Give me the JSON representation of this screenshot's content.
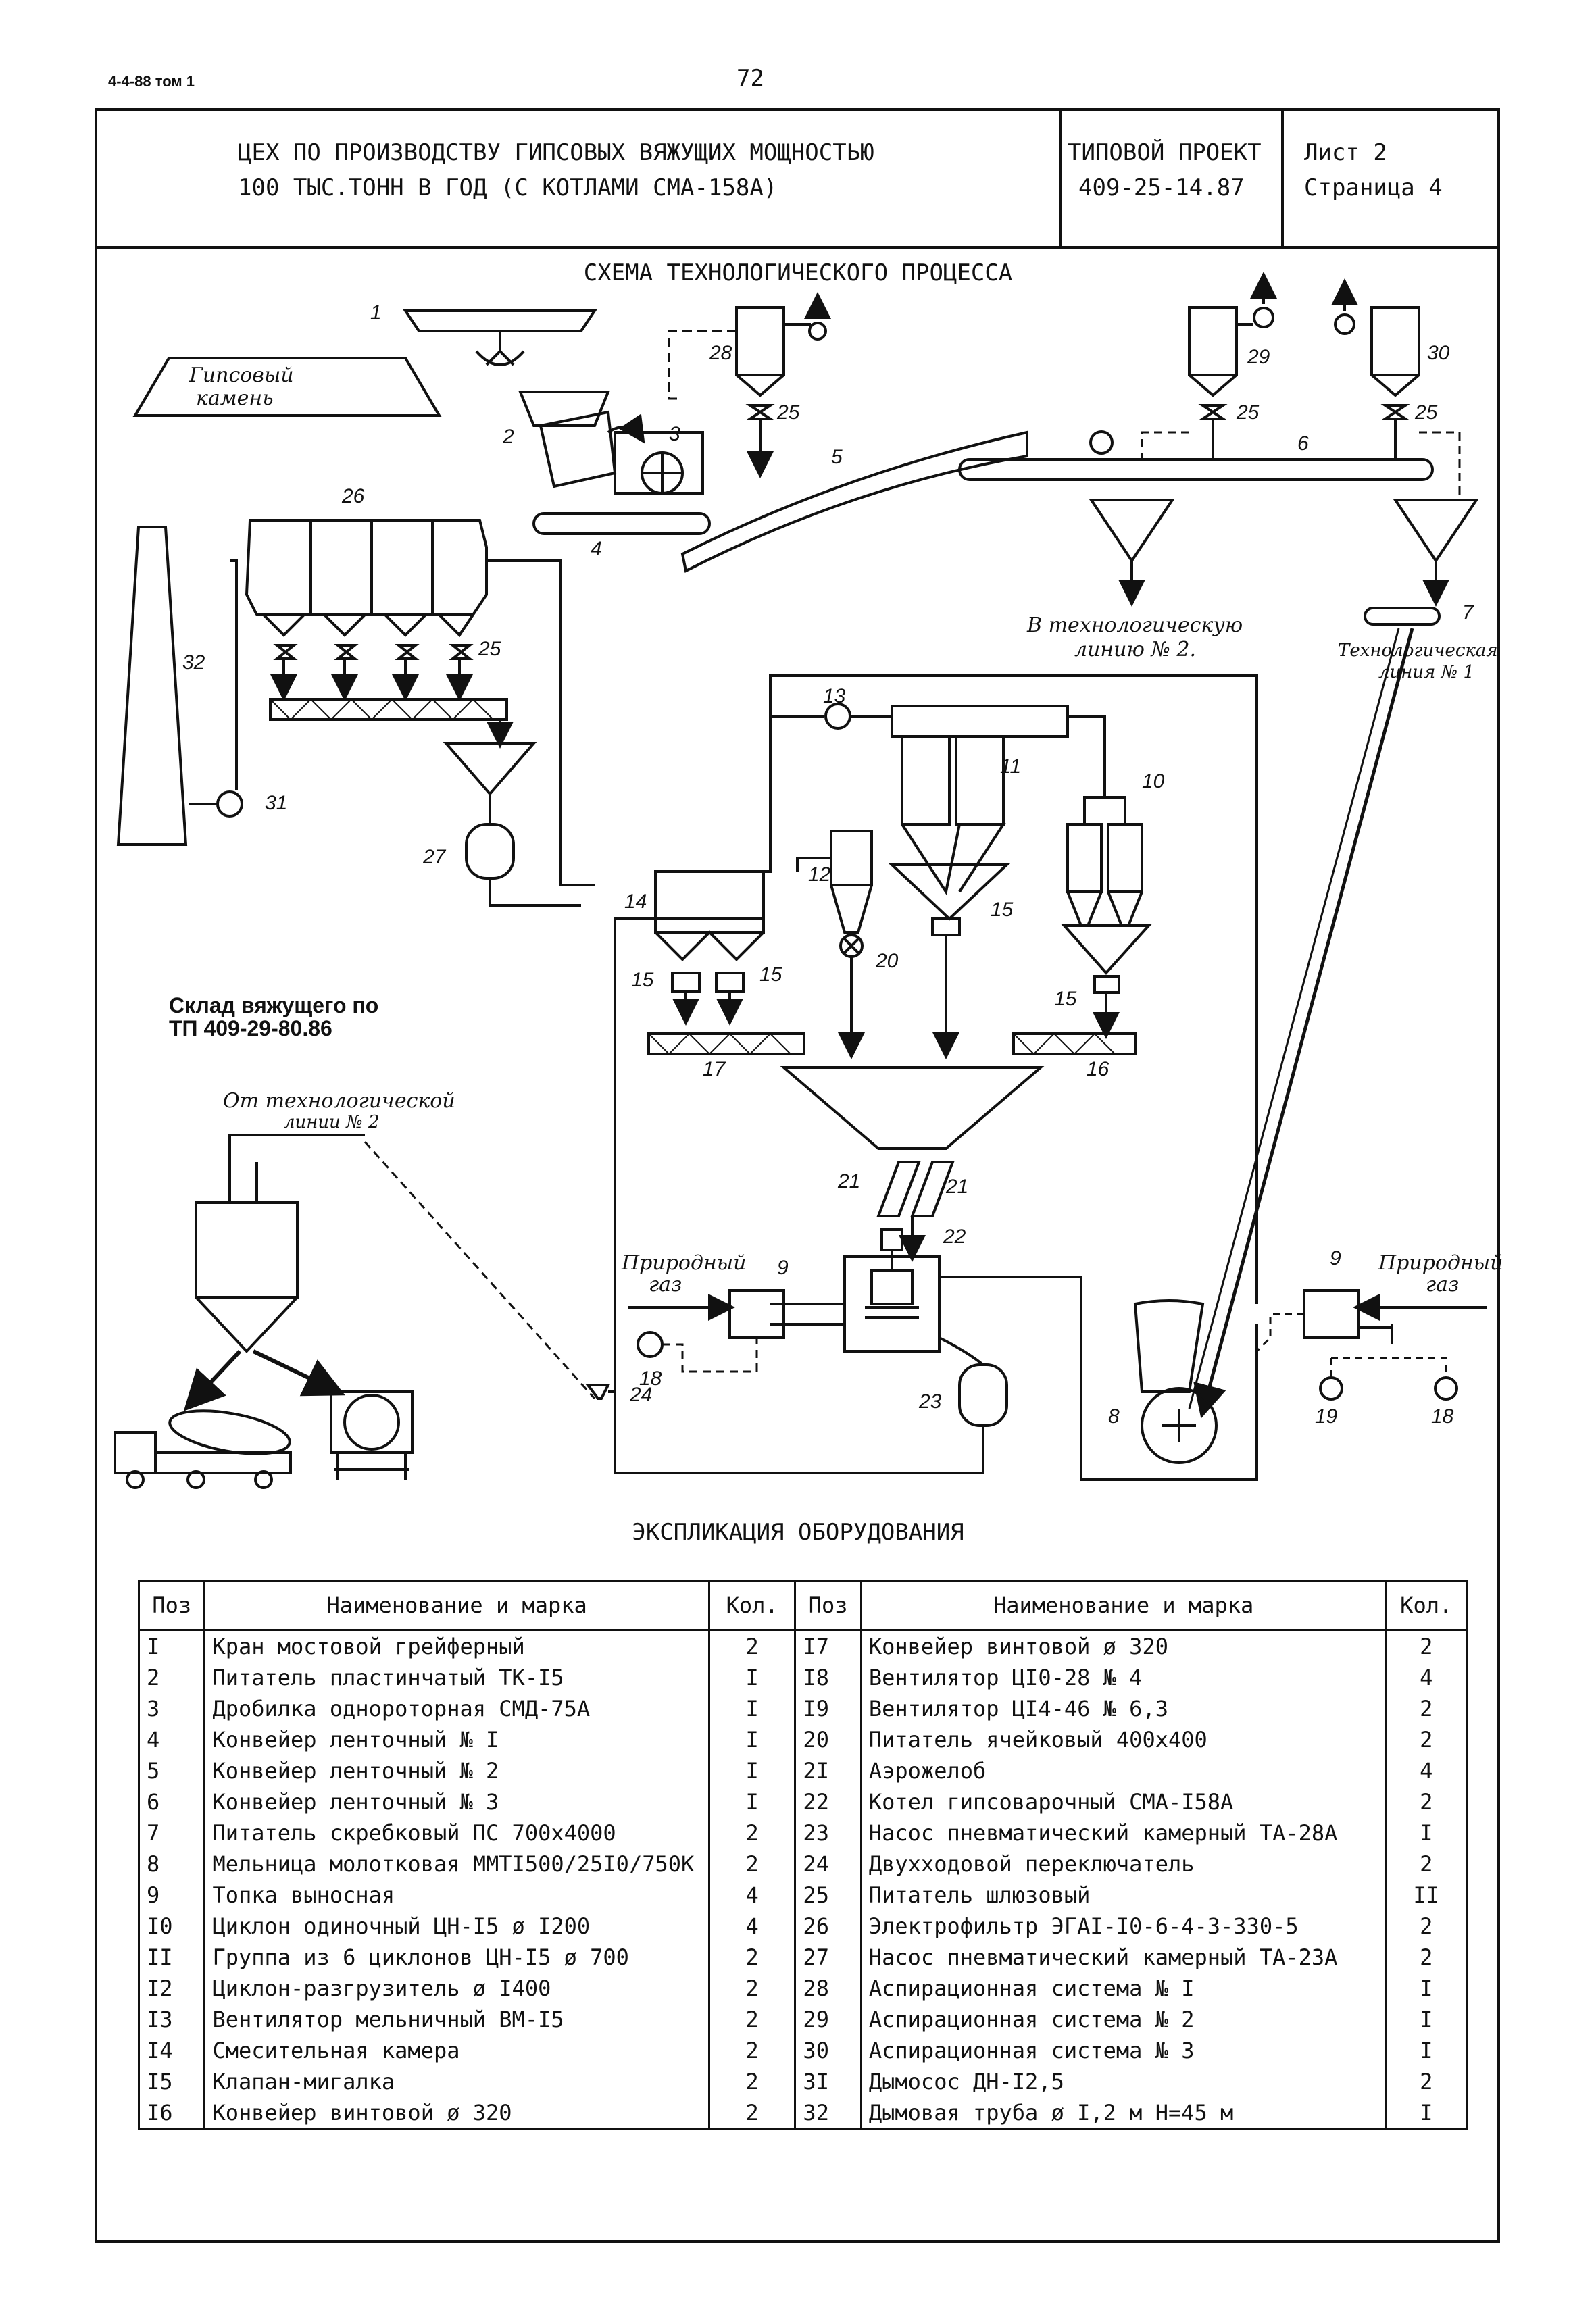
{
  "doc_code": "4-4-88 том 1",
  "page_number": "72",
  "header": {
    "title_line1": "ЦЕХ ПО ПРОИЗВОДСТВУ ГИПСОВЫХ ВЯЖУЩИХ МОЩНОСТЬЮ",
    "title_line2": "100 ТЫС.ТОНН В ГОД (С КОТЛАМИ СМА-158А)",
    "project_line1": "ТИПОВОЙ ПРОЕКТ",
    "project_line2": "409-25-14.87",
    "sheet_line1": "Лист 2",
    "sheet_line2": "Страница 4"
  },
  "scheme": {
    "title": "СХЕМА ТЕХНОЛОГИЧЕСКОГО ПРОЦЕССА",
    "gypsum_stone_1": "Гипсовый",
    "gypsum_stone_2": "камень",
    "to_line2_1": "В технологическую",
    "to_line2_2": "линию № 2.",
    "line1_1": "Технологическая",
    "line1_2": "линия № 1",
    "warehouse_1": "Склад вяжущего по",
    "warehouse_2": "ТП 409-29-80.86",
    "from_line2_1": "От технологической",
    "from_line2_2": "линии № 2",
    "natural_gas_left_1": "Природный",
    "natural_gas_left_2": "газ",
    "natural_gas_right_1": "Природный",
    "natural_gas_right_2": "газ",
    "callouts": {
      "n1": "1",
      "n2": "2",
      "n3": "3",
      "n4": "4",
      "n5": "5",
      "n6": "6",
      "n7": "7",
      "n8": "8",
      "n9a": "9",
      "n9b": "9",
      "n10": "10",
      "n11": "11",
      "n12": "12",
      "n13": "13",
      "n14": "14",
      "n15a": "15",
      "n15b": "15",
      "n15c": "15",
      "n15d": "15",
      "n16": "16",
      "n17": "17",
      "n18a": "18",
      "n18b": "18",
      "n19": "19",
      "n20": "20",
      "n21a": "21",
      "n21b": "21",
      "n22": "22",
      "n23": "23",
      "n24": "24",
      "n25a": "25",
      "n25b": "25",
      "n25c": "25",
      "n25d": "25",
      "n26": "26",
      "n27": "27",
      "n28": "28",
      "n29": "29",
      "n30": "30",
      "n31": "31",
      "n32": "32"
    }
  },
  "explication": {
    "title": "ЭКСПЛИКАЦИЯ ОБОРУДОВАНИЯ",
    "headers": {
      "pos": "Поз",
      "name": "Наименование и марка",
      "qty": "Кол."
    },
    "left": [
      {
        "pos": "I",
        "name": "Кран мостовой грейферный",
        "qty": "2"
      },
      {
        "pos": "2",
        "name": "Питатель пластинчатый ТК-I5",
        "qty": "I"
      },
      {
        "pos": "3",
        "name": "Дробилка однороторная СМД-75А",
        "qty": "I"
      },
      {
        "pos": "4",
        "name": "Конвейер ленточный № I",
        "qty": "I"
      },
      {
        "pos": "5",
        "name": "Конвейер ленточный № 2",
        "qty": "I"
      },
      {
        "pos": "6",
        "name": "Конвейер ленточный № 3",
        "qty": "I"
      },
      {
        "pos": "7",
        "name": "Питатель скребковый ПС 700х4000",
        "qty": "2"
      },
      {
        "pos": "8",
        "name": "Мельница молотковая ММТI500/25I0/750К",
        "qty": "2"
      },
      {
        "pos": "9",
        "name": "Топка выносная",
        "qty": "4"
      },
      {
        "pos": "I0",
        "name": "Циклон одиночный ЦН-I5 ø I200",
        "qty": "4"
      },
      {
        "pos": "II",
        "name": "Группа из 6 циклонов ЦН-I5 ø 700",
        "qty": "2"
      },
      {
        "pos": "I2",
        "name": "Циклон-разгрузитель ø I400",
        "qty": "2"
      },
      {
        "pos": "I3",
        "name": "Вентилятор мельничный ВМ-I5",
        "qty": "2"
      },
      {
        "pos": "I4",
        "name": "Смесительная камера",
        "qty": "2"
      },
      {
        "pos": "I5",
        "name": "Клапан-мигалка",
        "qty": "2"
      },
      {
        "pos": "I6",
        "name": "Конвейер винтовой ø 320",
        "qty": "2"
      }
    ],
    "right": [
      {
        "pos": "I7",
        "name": "Конвейер винтовой ø 320",
        "qty": "2"
      },
      {
        "pos": "I8",
        "name": "Вентилятор ЦI0-28 № 4",
        "qty": "4"
      },
      {
        "pos": "I9",
        "name": "Вентилятор ЦI4-46 № 6,3",
        "qty": "2"
      },
      {
        "pos": "20",
        "name": "Питатель ячейковый 400х400",
        "qty": "2"
      },
      {
        "pos": "2I",
        "name": "Аэрожелоб",
        "qty": "4"
      },
      {
        "pos": "22",
        "name": "Котел гипсоварочный СМА-I58А",
        "qty": "2"
      },
      {
        "pos": "23",
        "name": "Насос пневматический камерный ТА-28А",
        "qty": "I"
      },
      {
        "pos": "24",
        "name": "Двухходовой переключатель",
        "qty": "2"
      },
      {
        "pos": "25",
        "name": "Питатель шлюзовый",
        "qty": "II"
      },
      {
        "pos": "26",
        "name": "Электрофильтр ЭГАI-I0-6-4-3-330-5",
        "qty": "2"
      },
      {
        "pos": "27",
        "name": "Насос пневматический камерный ТА-23А",
        "qty": "2"
      },
      {
        "pos": "28",
        "name": "Аспирационная система № I",
        "qty": "I"
      },
      {
        "pos": "29",
        "name": "Аспирационная система № 2",
        "qty": "I"
      },
      {
        "pos": "30",
        "name": "Аспирационная система № 3",
        "qty": "I"
      },
      {
        "pos": "3I",
        "name": "Дымосос ДН-I2,5",
        "qty": "2"
      },
      {
        "pos": "32",
        "name": "Дымовая труба ø I,2 м Н=45 м",
        "qty": "I"
      }
    ]
  }
}
